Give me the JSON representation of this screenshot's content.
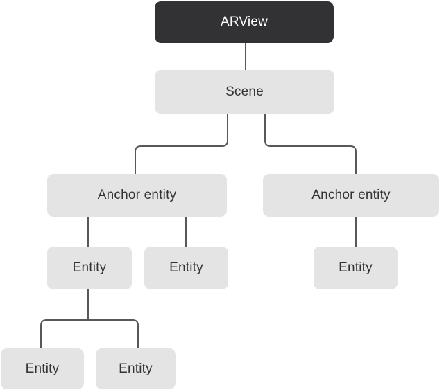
{
  "diagram": {
    "type": "tree",
    "nodes": [
      {
        "id": "arview",
        "label": "ARView",
        "variant": "dark",
        "parent": null
      },
      {
        "id": "scene",
        "label": "Scene",
        "variant": "light",
        "parent": "arview"
      },
      {
        "id": "anchor-entity-1",
        "label": "Anchor entity",
        "variant": "light",
        "parent": "scene"
      },
      {
        "id": "anchor-entity-2",
        "label": "Anchor entity",
        "variant": "light",
        "parent": "scene"
      },
      {
        "id": "entity-1",
        "label": "Entity",
        "variant": "light",
        "parent": "anchor-entity-1"
      },
      {
        "id": "entity-2",
        "label": "Entity",
        "variant": "light",
        "parent": "anchor-entity-1"
      },
      {
        "id": "entity-3",
        "label": "Entity",
        "variant": "light",
        "parent": "anchor-entity-2"
      },
      {
        "id": "entity-4",
        "label": "Entity",
        "variant": "light",
        "parent": "entity-1"
      },
      {
        "id": "entity-5",
        "label": "Entity",
        "variant": "light",
        "parent": "entity-1"
      }
    ],
    "colors": {
      "canvas-bg": "#ffffff",
      "node-dark-bg": "#323234",
      "node-dark-text": "#ffffff",
      "node-light-bg": "#e4e4e4",
      "node-light-text": "#333333",
      "connector": "#58585a"
    }
  }
}
